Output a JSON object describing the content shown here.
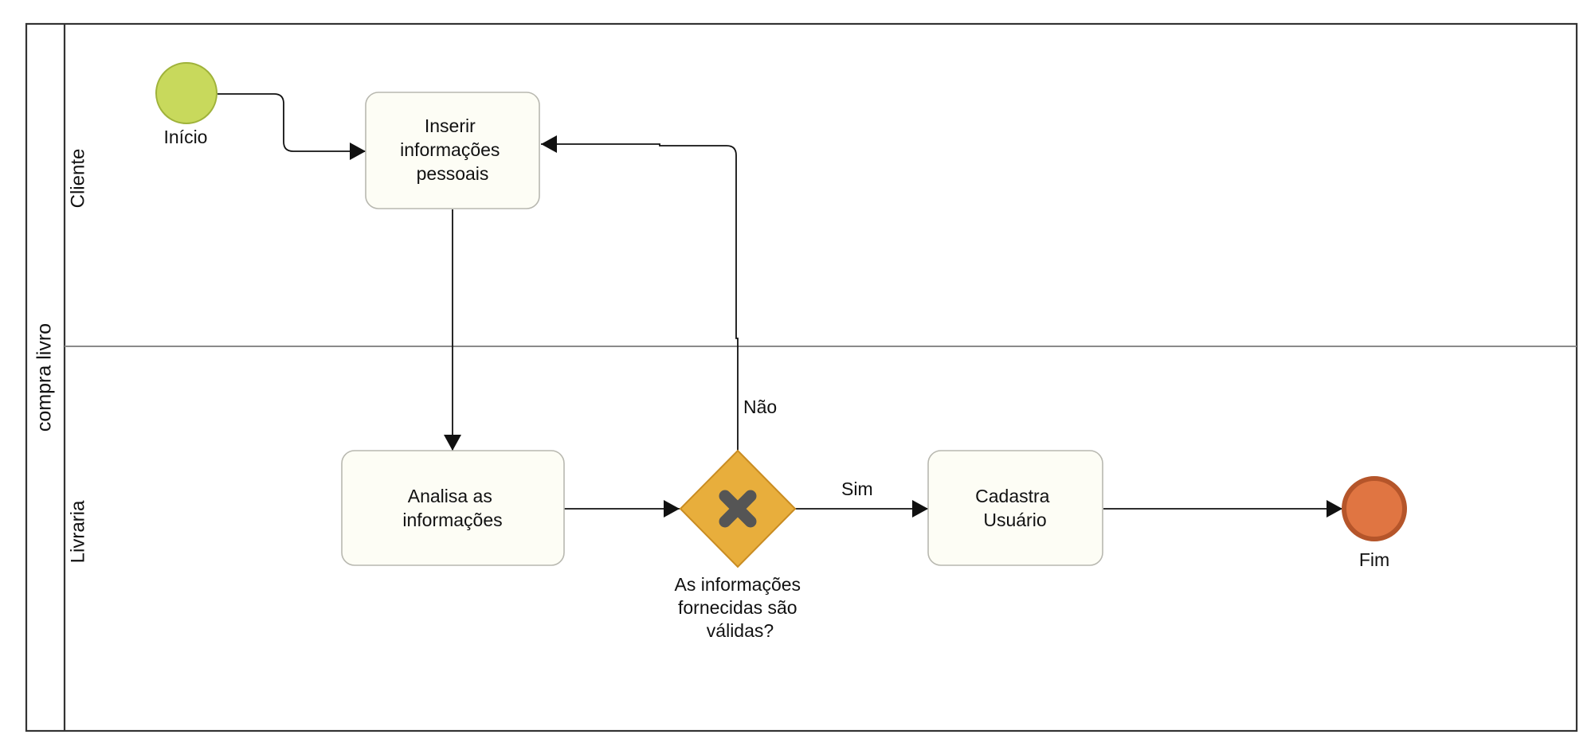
{
  "pool": {
    "label": "compra livro"
  },
  "lanes": [
    {
      "id": "cliente",
      "label": "Cliente"
    },
    {
      "id": "livraria",
      "label": "Livraria"
    }
  ],
  "events": {
    "start": {
      "label": "Início",
      "color": "#c8d95c"
    },
    "end": {
      "label": "Fim",
      "color": "#e07542"
    }
  },
  "tasks": {
    "inserir": {
      "lines": [
        "Inserir",
        "informações",
        "pessoais"
      ]
    },
    "analisa": {
      "lines": [
        "Analisa as",
        "informações"
      ]
    },
    "cadastra": {
      "lines": [
        "Cadastra",
        "Usuário"
      ]
    }
  },
  "gateway": {
    "type": "exclusive",
    "color": "#e8ae3c",
    "lines": [
      "As informações",
      "fornecidas são",
      "válidas?"
    ]
  },
  "flows": {
    "sim": "Sim",
    "nao": "Não"
  }
}
